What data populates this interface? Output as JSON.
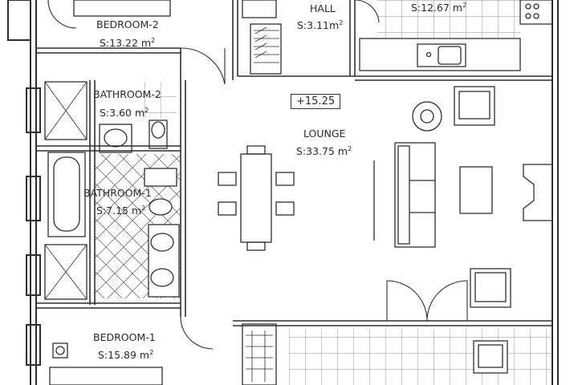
{
  "rooms": {
    "bedroom2": {
      "name": "BEDROOM-2",
      "area": "S:13.22 m",
      "unit_sup": "2"
    },
    "hall": {
      "name": "HALL",
      "area": "S:3.11m",
      "unit_sup": "2"
    },
    "kitchen": {
      "area": "S:12.67 m",
      "unit_sup": "2"
    },
    "bathroom2": {
      "name": "BATHROOM-2",
      "area": "S:3.60 m",
      "unit_sup": "2"
    },
    "lounge": {
      "name": "LOUNGE",
      "area": "S:33.75 m",
      "unit_sup": "2"
    },
    "bathroom1": {
      "name": "BATHROOM-1",
      "area": "S:7.15 m",
      "unit_sup": "2"
    },
    "bedroom1": {
      "name": "BEDROOM-1",
      "area": "S:15.89 m",
      "unit_sup": "2"
    }
  },
  "elevation_mark": "+15.25",
  "colors": {
    "line": "#2f2f2f",
    "background": "#ffffff"
  }
}
